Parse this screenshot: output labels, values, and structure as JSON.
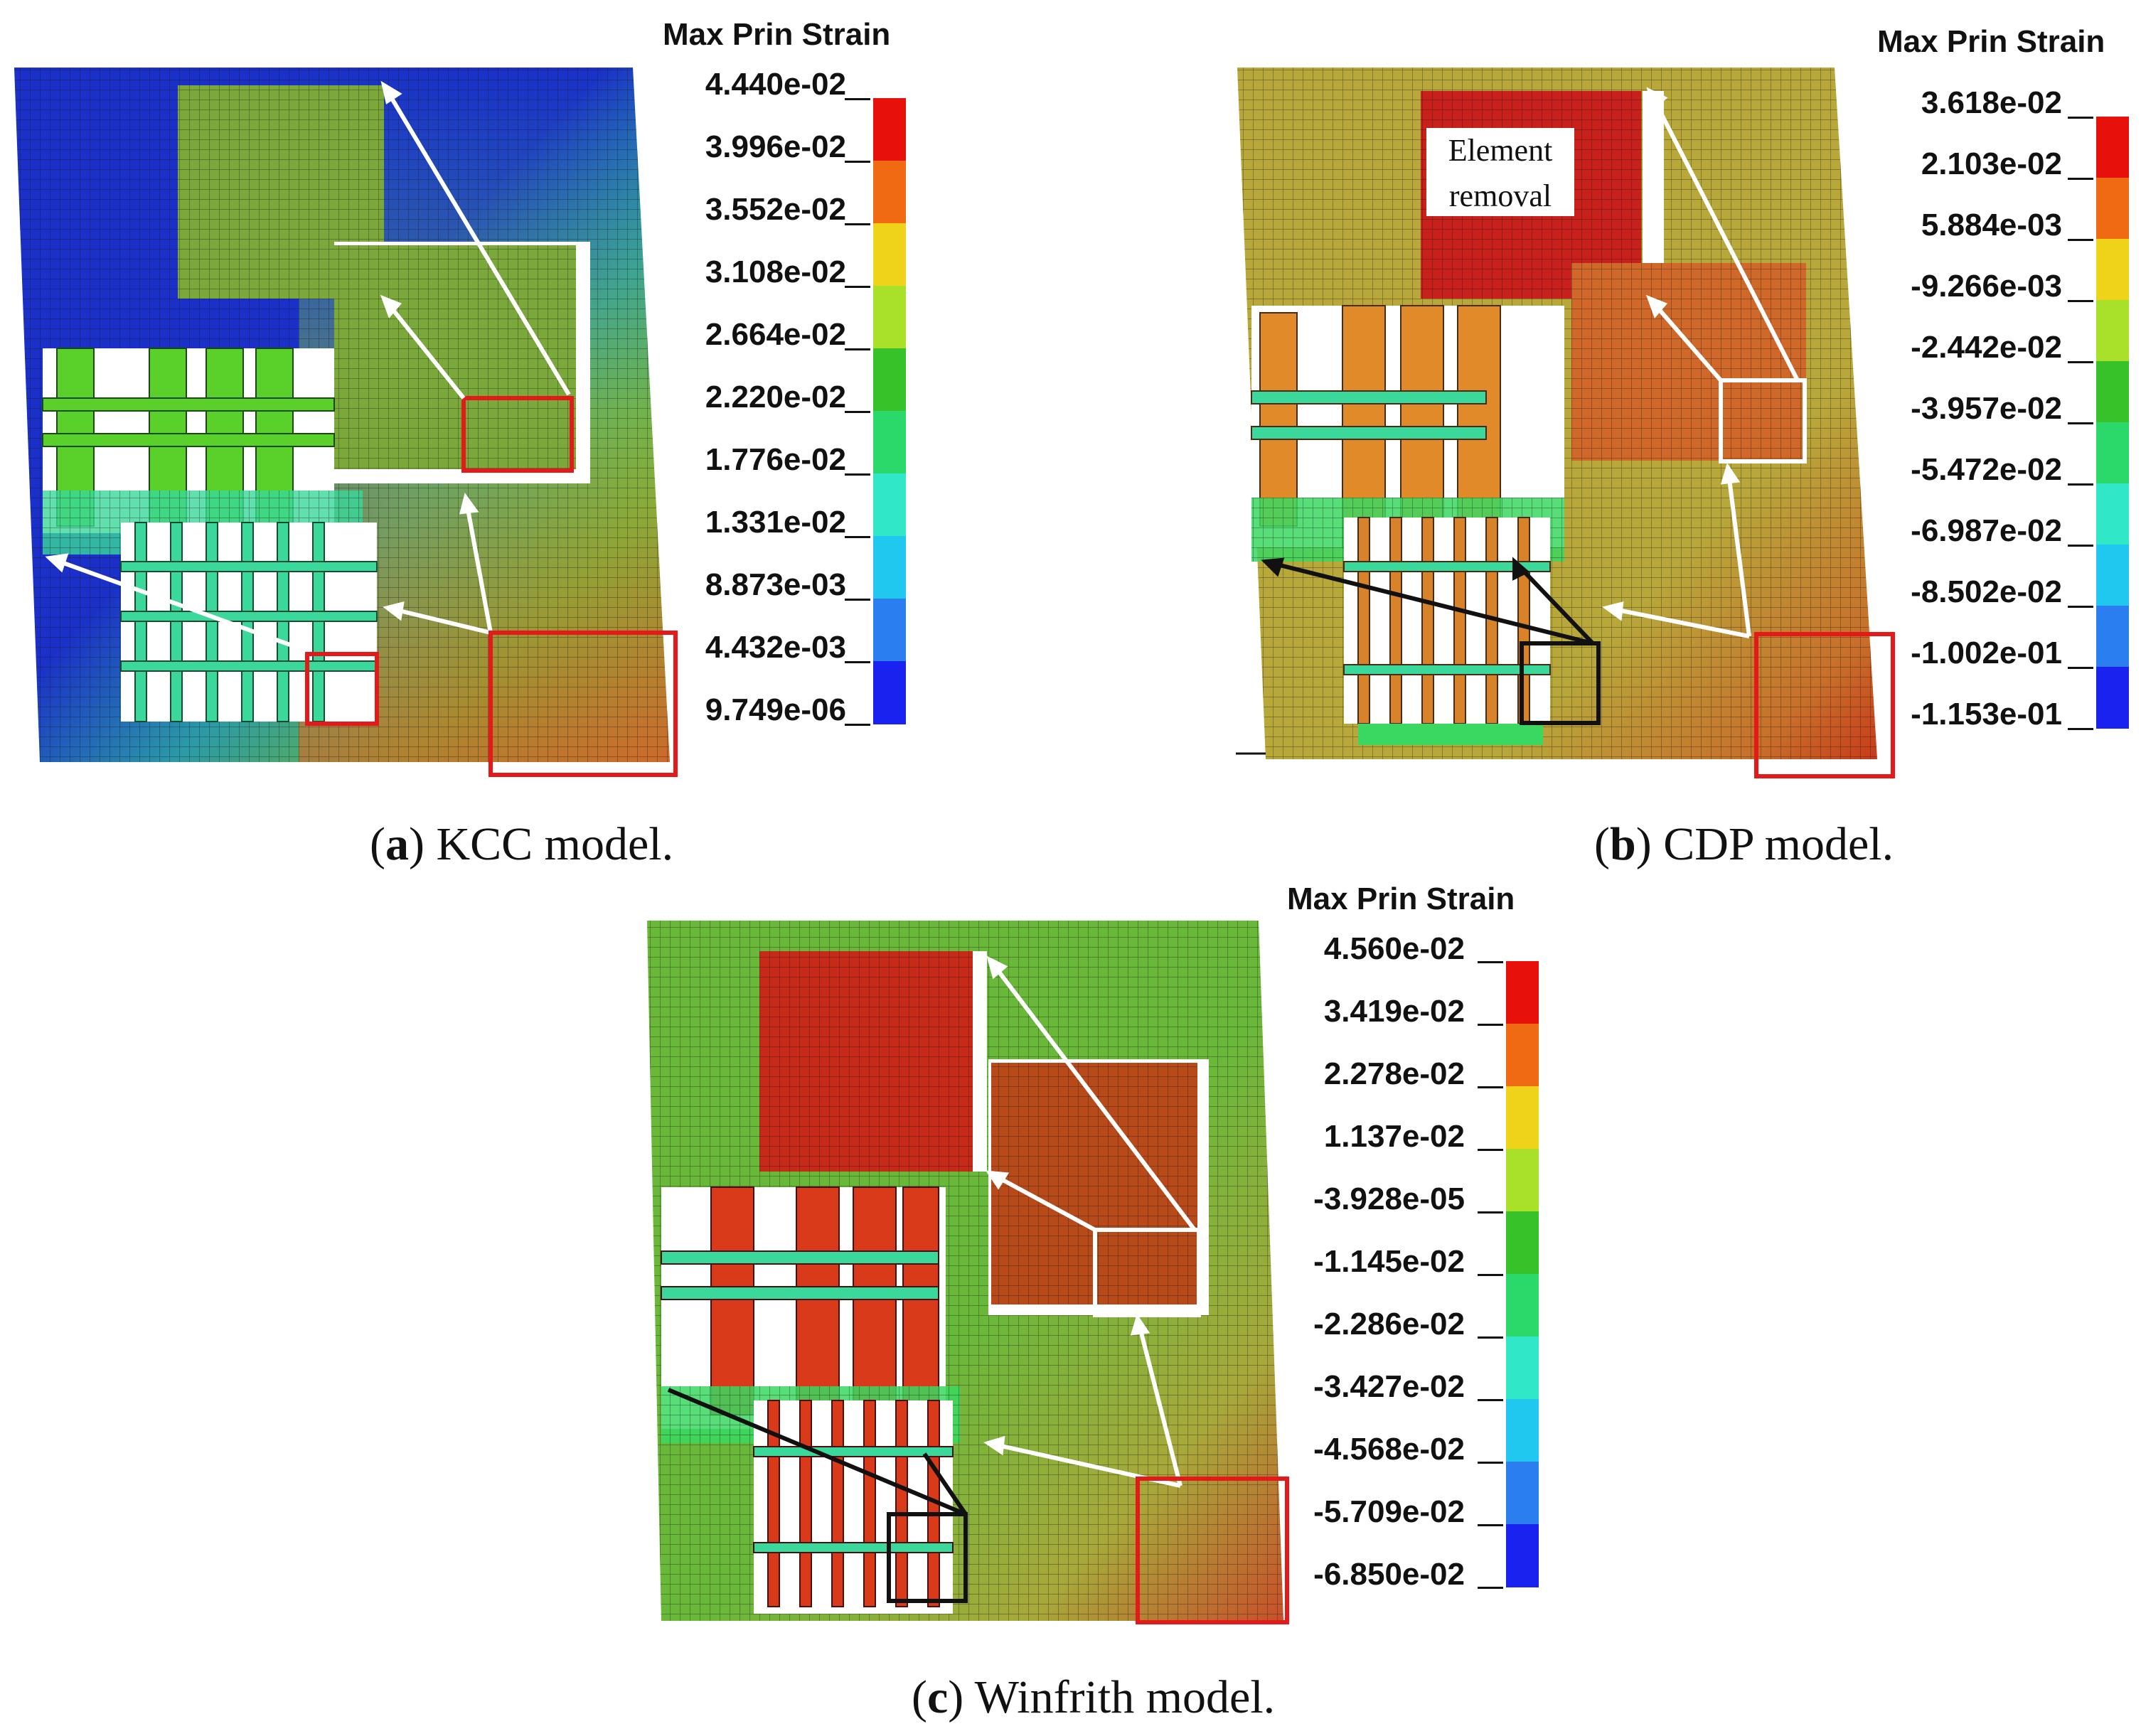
{
  "panels": [
    {
      "id": "a",
      "legend_title": "Max Prin Strain",
      "ticks": [
        "4.440e-02",
        "3.996e-02",
        "3.552e-02",
        "3.108e-02",
        "2.664e-02",
        "2.220e-02",
        "1.776e-02",
        "1.331e-02",
        "8.873e-03",
        "4.432e-03",
        "9.749e-06"
      ],
      "caption_letter": "a",
      "caption_text": "KCC model.",
      "callout": ""
    },
    {
      "id": "b",
      "legend_title": "Max Prin Strain",
      "ticks": [
        "3.618e-02",
        "2.103e-02",
        "5.884e-03",
        "-9.266e-03",
        "-2.442e-02",
        "-3.957e-02",
        "-5.472e-02",
        "-6.987e-02",
        "-8.502e-02",
        "-1.002e-01",
        "-1.153e-01"
      ],
      "caption_letter": "b",
      "caption_text": "CDP model.",
      "callout_line1": "Element",
      "callout_line2": "removal"
    },
    {
      "id": "c",
      "legend_title": "Max Prin Strain",
      "ticks": [
        "4.560e-02",
        "3.419e-02",
        "2.278e-02",
        "1.137e-02",
        "-3.928e-05",
        "-1.145e-02",
        "-2.286e-02",
        "-3.427e-02",
        "-4.568e-02",
        "-5.709e-02",
        "-6.850e-02"
      ],
      "caption_letter": "c",
      "caption_text": "Winfrith model."
    }
  ],
  "colorbar_colors": [
    "#e8100a",
    "#ef6a12",
    "#efd21a",
    "#a8e02a",
    "#36c228",
    "#2bd86a",
    "#30e8c8",
    "#20c8f0",
    "#2a7ef0",
    "#1a22f0"
  ],
  "palette": {
    "fringe_red": "#d82a18",
    "fringe_orange": "#d8782a",
    "fringe_yellow": "#b8a83a",
    "fringe_green": "#5ab83a",
    "fringe_blue": "#1a30c8",
    "highlight_red": "#e41a1a",
    "highlight_white": "#ffffff",
    "highlight_black": "#111111"
  }
}
